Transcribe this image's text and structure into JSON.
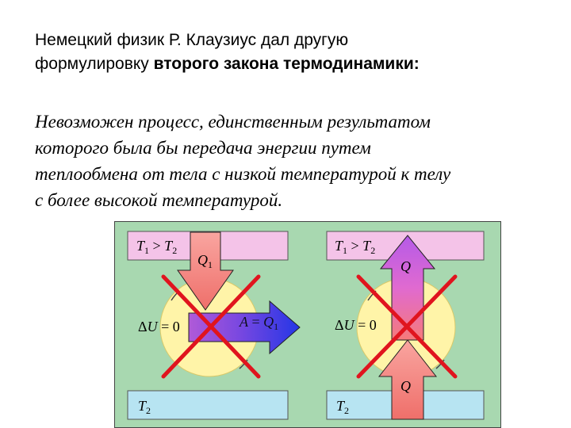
{
  "intro": {
    "line1": "Немецкий физик Р. Клаузиус дал другую",
    "line2_plain": "формулировку ",
    "line2_bold": "второго закона термодинамики:"
  },
  "statement": {
    "line1": "Невозможен процесс, единственным результатом",
    "line2": "которого была бы передача энергии путем",
    "line3": "теплообмена от тела с низкой температурой к телу",
    "line4": "с более высокой температурой."
  },
  "figure": {
    "left": {
      "hot_label": {
        "T": "T",
        "sub1": "1",
        "op": " > ",
        "T2": "T",
        "sub2": "2"
      },
      "cold_label": {
        "T": "T",
        "sub": "2"
      },
      "q_label": {
        "Q": "Q",
        "sub": "1"
      },
      "work_label": {
        "A": "A",
        "eq": " = ",
        "Q": "Q",
        "sub": "1"
      },
      "du_label": {
        "delta": "Δ",
        "U": "U",
        "eq": " = 0"
      }
    },
    "right": {
      "hot_label": {
        "T": "T",
        "sub1": "1",
        "op": " > ",
        "T2": "T",
        "sub2": "2"
      },
      "cold_label": {
        "T": "T",
        "sub": "2"
      },
      "q_top_label": "Q",
      "q_bottom_label": "Q",
      "du_label": {
        "delta": "Δ",
        "U": "U",
        "eq": " = 0"
      }
    },
    "colors": {
      "background": "#a8d8b0",
      "hot_reservoir": "#f4c3e8",
      "cold_reservoir": "#b7e4f2",
      "engine": "#fff4a8",
      "cross": "#e0141e",
      "heat_arrow": "#f5807a",
      "work_arrow": "#2f3fe0"
    }
  }
}
